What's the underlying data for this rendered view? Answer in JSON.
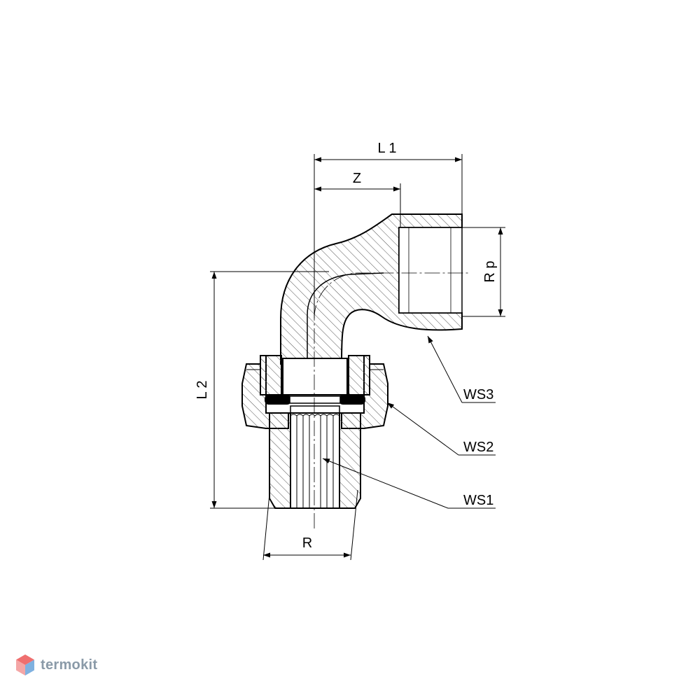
{
  "dimensions": {
    "L1": "L 1",
    "Z": "Z",
    "L2": "L 2",
    "Rp": "R p",
    "R": "R"
  },
  "callouts": [
    "WS3",
    "WS2",
    "WS1"
  ],
  "brand": {
    "name": "termokit",
    "color": "#8a9aa8"
  },
  "colors": {
    "line": "#000000",
    "hatch": "#555555",
    "background": "#ffffff",
    "logo_top": "#ef6f6f",
    "logo_left": "#f4a6a6",
    "logo_right": "#7fb1e0"
  }
}
